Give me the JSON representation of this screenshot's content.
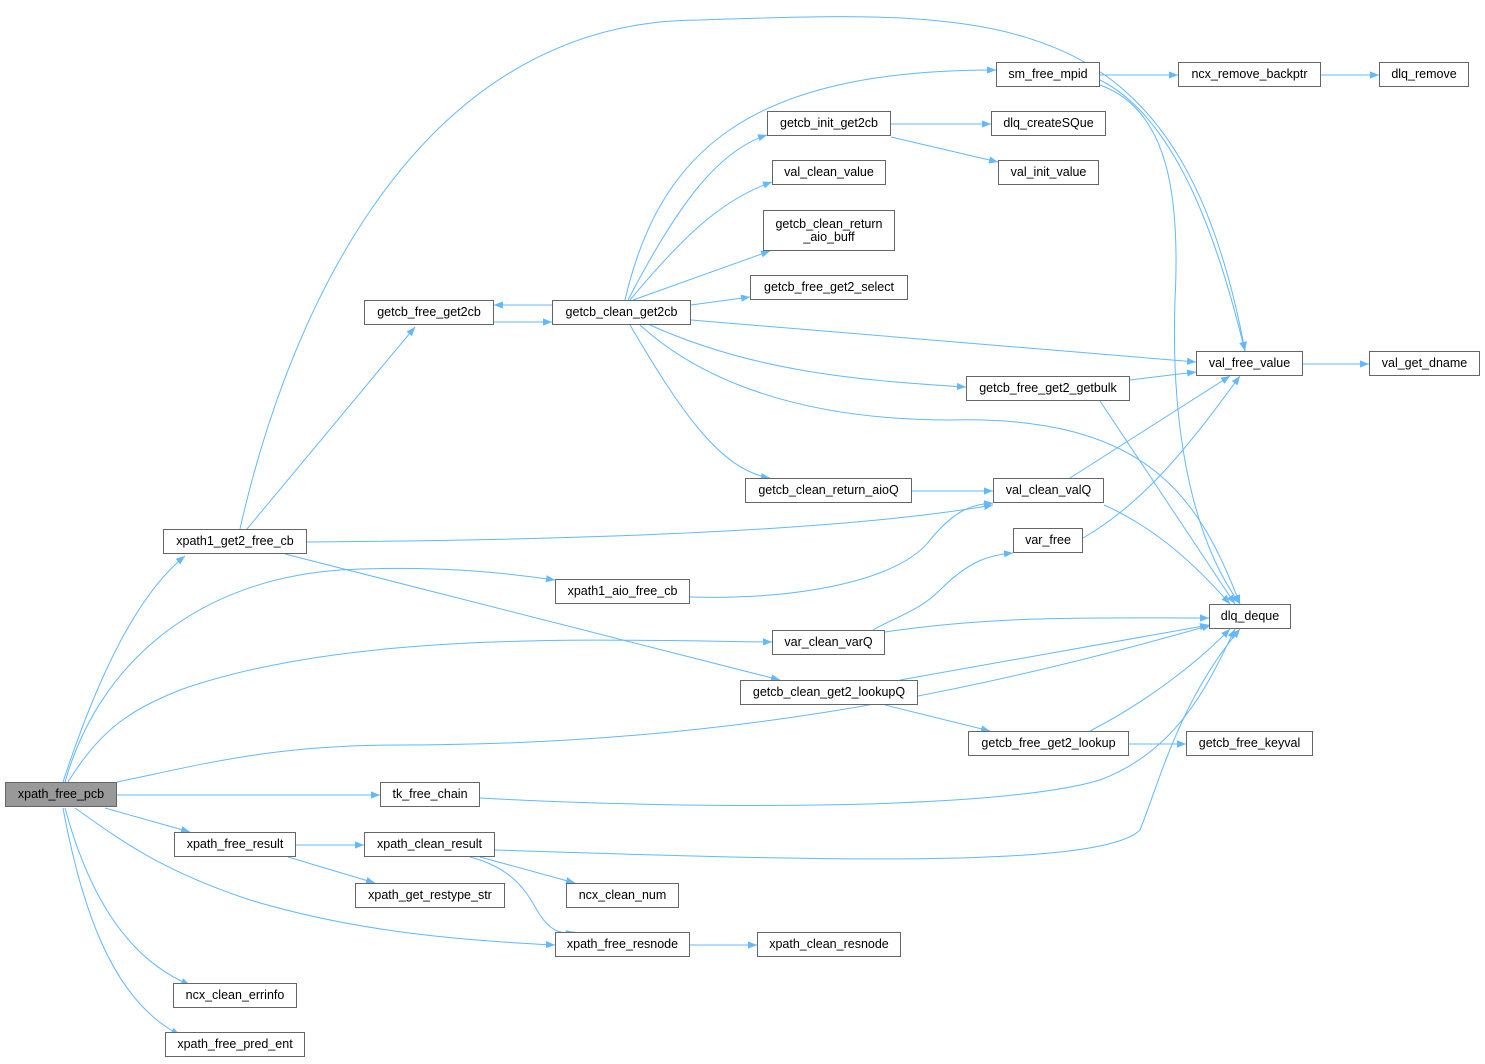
{
  "graph": {
    "type": "call-graph",
    "root": "xpath_free_pcb",
    "colors": {
      "edge": "#63b8ff",
      "root_fill": "#999999",
      "node_border": "#666666"
    },
    "nodes": [
      {
        "id": "xpath_free_pcb",
        "label": "xpath_free_pcb",
        "root": true
      },
      {
        "id": "xpath1_get2_free_cb",
        "label": "xpath1_get2_free_cb"
      },
      {
        "id": "getcb_free_get2cb",
        "label": "getcb_free_get2cb"
      },
      {
        "id": "getcb_clean_get2cb",
        "label": "getcb_clean_get2cb"
      },
      {
        "id": "sm_free_mpid",
        "label": "sm_free_mpid"
      },
      {
        "id": "ncx_remove_backptr",
        "label": "ncx_remove_backptr"
      },
      {
        "id": "dlq_remove",
        "label": "dlq_remove"
      },
      {
        "id": "getcb_init_get2cb",
        "label": "getcb_init_get2cb"
      },
      {
        "id": "dlq_createSQue",
        "label": "dlq_createSQue"
      },
      {
        "id": "val_clean_value",
        "label": "val_clean_value"
      },
      {
        "id": "val_init_value",
        "label": "val_init_value"
      },
      {
        "id": "getcb_clean_return_aio_buff",
        "label": "getcb_clean_return\n_aio_buff"
      },
      {
        "id": "getcb_free_get2_select",
        "label": "getcb_free_get2_select"
      },
      {
        "id": "val_free_value",
        "label": "val_free_value"
      },
      {
        "id": "val_get_dname",
        "label": "val_get_dname"
      },
      {
        "id": "getcb_free_get2_getbulk",
        "label": "getcb_free_get2_getbulk"
      },
      {
        "id": "getcb_clean_return_aioQ",
        "label": "getcb_clean_return_aioQ"
      },
      {
        "id": "val_clean_valQ",
        "label": "val_clean_valQ"
      },
      {
        "id": "var_free",
        "label": "var_free"
      },
      {
        "id": "xpath1_aio_free_cb",
        "label": "xpath1_aio_free_cb"
      },
      {
        "id": "dlq_deque",
        "label": "dlq_deque"
      },
      {
        "id": "var_clean_varQ",
        "label": "var_clean_varQ"
      },
      {
        "id": "getcb_clean_get2_lookupQ",
        "label": "getcb_clean_get2_lookupQ"
      },
      {
        "id": "getcb_free_get2_lookup",
        "label": "getcb_free_get2_lookup"
      },
      {
        "id": "getcb_free_keyval",
        "label": "getcb_free_keyval"
      },
      {
        "id": "tk_free_chain",
        "label": "tk_free_chain"
      },
      {
        "id": "xpath_free_result",
        "label": "xpath_free_result"
      },
      {
        "id": "xpath_clean_result",
        "label": "xpath_clean_result"
      },
      {
        "id": "xpath_get_restype_str",
        "label": "xpath_get_restype_str"
      },
      {
        "id": "ncx_clean_num",
        "label": "ncx_clean_num"
      },
      {
        "id": "xpath_free_resnode",
        "label": "xpath_free_resnode"
      },
      {
        "id": "xpath_clean_resnode",
        "label": "xpath_clean_resnode"
      },
      {
        "id": "ncx_clean_errinfo",
        "label": "ncx_clean_errinfo"
      },
      {
        "id": "xpath_free_pred_ent",
        "label": "xpath_free_pred_ent"
      }
    ],
    "edges": [
      [
        "xpath_free_pcb",
        "xpath1_get2_free_cb"
      ],
      [
        "xpath_free_pcb",
        "xpath1_aio_free_cb"
      ],
      [
        "xpath_free_pcb",
        "var_clean_varQ"
      ],
      [
        "xpath_free_pcb",
        "dlq_deque"
      ],
      [
        "xpath_free_pcb",
        "tk_free_chain"
      ],
      [
        "xpath_free_pcb",
        "xpath_free_result"
      ],
      [
        "xpath_free_pcb",
        "xpath_free_resnode"
      ],
      [
        "xpath_free_pcb",
        "ncx_clean_errinfo"
      ],
      [
        "xpath_free_pcb",
        "xpath_free_pred_ent"
      ],
      [
        "xpath1_get2_free_cb",
        "val_free_value"
      ],
      [
        "xpath1_get2_free_cb",
        "getcb_free_get2cb"
      ],
      [
        "xpath1_get2_free_cb",
        "val_clean_valQ"
      ],
      [
        "xpath1_get2_free_cb",
        "getcb_clean_get2_lookupQ"
      ],
      [
        "getcb_free_get2cb",
        "getcb_clean_get2cb"
      ],
      [
        "getcb_clean_get2cb",
        "getcb_free_get2cb"
      ],
      [
        "getcb_clean_get2cb",
        "sm_free_mpid"
      ],
      [
        "getcb_clean_get2cb",
        "getcb_init_get2cb"
      ],
      [
        "getcb_clean_get2cb",
        "val_clean_value"
      ],
      [
        "getcb_clean_get2cb",
        "getcb_clean_return_aio_buff"
      ],
      [
        "getcb_clean_get2cb",
        "getcb_free_get2_select"
      ],
      [
        "getcb_clean_get2cb",
        "val_free_value"
      ],
      [
        "getcb_clean_get2cb",
        "getcb_free_get2_getbulk"
      ],
      [
        "getcb_clean_get2cb",
        "dlq_deque"
      ],
      [
        "getcb_clean_get2cb",
        "getcb_clean_return_aioQ"
      ],
      [
        "sm_free_mpid",
        "ncx_remove_backptr"
      ],
      [
        "sm_free_mpid",
        "val_free_value"
      ],
      [
        "sm_free_mpid",
        "dlq_deque"
      ],
      [
        "ncx_remove_backptr",
        "dlq_remove"
      ],
      [
        "getcb_init_get2cb",
        "dlq_createSQue"
      ],
      [
        "getcb_init_get2cb",
        "val_init_value"
      ],
      [
        "val_free_value",
        "val_get_dname"
      ],
      [
        "getcb_free_get2_getbulk",
        "val_free_value"
      ],
      [
        "getcb_free_get2_getbulk",
        "dlq_deque"
      ],
      [
        "getcb_clean_return_aioQ",
        "val_clean_valQ"
      ],
      [
        "val_clean_valQ",
        "val_free_value"
      ],
      [
        "val_clean_valQ",
        "dlq_deque"
      ],
      [
        "var_free",
        "val_free_value"
      ],
      [
        "xpath1_aio_free_cb",
        "val_clean_valQ"
      ],
      [
        "var_clean_varQ",
        "var_free"
      ],
      [
        "var_clean_varQ",
        "dlq_deque"
      ],
      [
        "getcb_clean_get2_lookupQ",
        "dlq_deque"
      ],
      [
        "getcb_clean_get2_lookupQ",
        "getcb_free_get2_lookup"
      ],
      [
        "getcb_free_get2_lookup",
        "dlq_deque"
      ],
      [
        "getcb_free_get2_lookup",
        "getcb_free_keyval"
      ],
      [
        "tk_free_chain",
        "dlq_deque"
      ],
      [
        "xpath_free_result",
        "xpath_clean_result"
      ],
      [
        "xpath_free_result",
        "xpath_get_restype_str"
      ],
      [
        "xpath_clean_result",
        "dlq_deque"
      ],
      [
        "xpath_clean_result",
        "ncx_clean_num"
      ],
      [
        "xpath_clean_result",
        "xpath_free_resnode"
      ],
      [
        "xpath_free_resnode",
        "xpath_clean_resnode"
      ]
    ]
  }
}
